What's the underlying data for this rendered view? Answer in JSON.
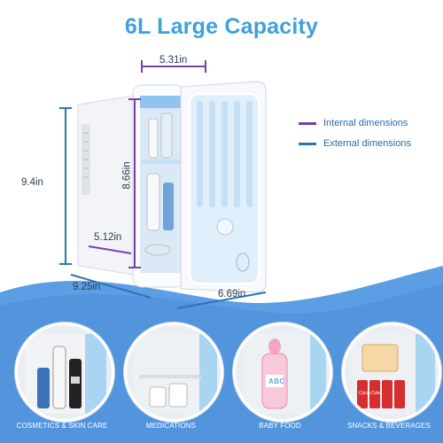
{
  "header": {
    "title": "6L Large Capacity"
  },
  "legend": {
    "internal_label": "Internal dimensions",
    "internal_color": "#7b3fa6",
    "external_label": "External dimensions",
    "external_color": "#2e74b5"
  },
  "dimensions": {
    "internal_width": "5.31in",
    "internal_height": "8.66in",
    "internal_depth": "5.12in",
    "external_height": "9.4in",
    "external_depth": "9.25in",
    "external_width": "6.69in"
  },
  "uses": [
    {
      "label": "COSMETICS & SKIN CARE"
    },
    {
      "label": "MEDICATIONS"
    },
    {
      "label": "BABY FOOD"
    },
    {
      "label": "SNACKS & BEVERAGES"
    }
  ],
  "product_text": {
    "soda_brand": "Coca-Cola",
    "baby_bottle_text": "ABC"
  },
  "colors": {
    "title": "#3fa0dc",
    "wave": "#5b9ee3",
    "fridge_accent": "#a9d4f2"
  }
}
